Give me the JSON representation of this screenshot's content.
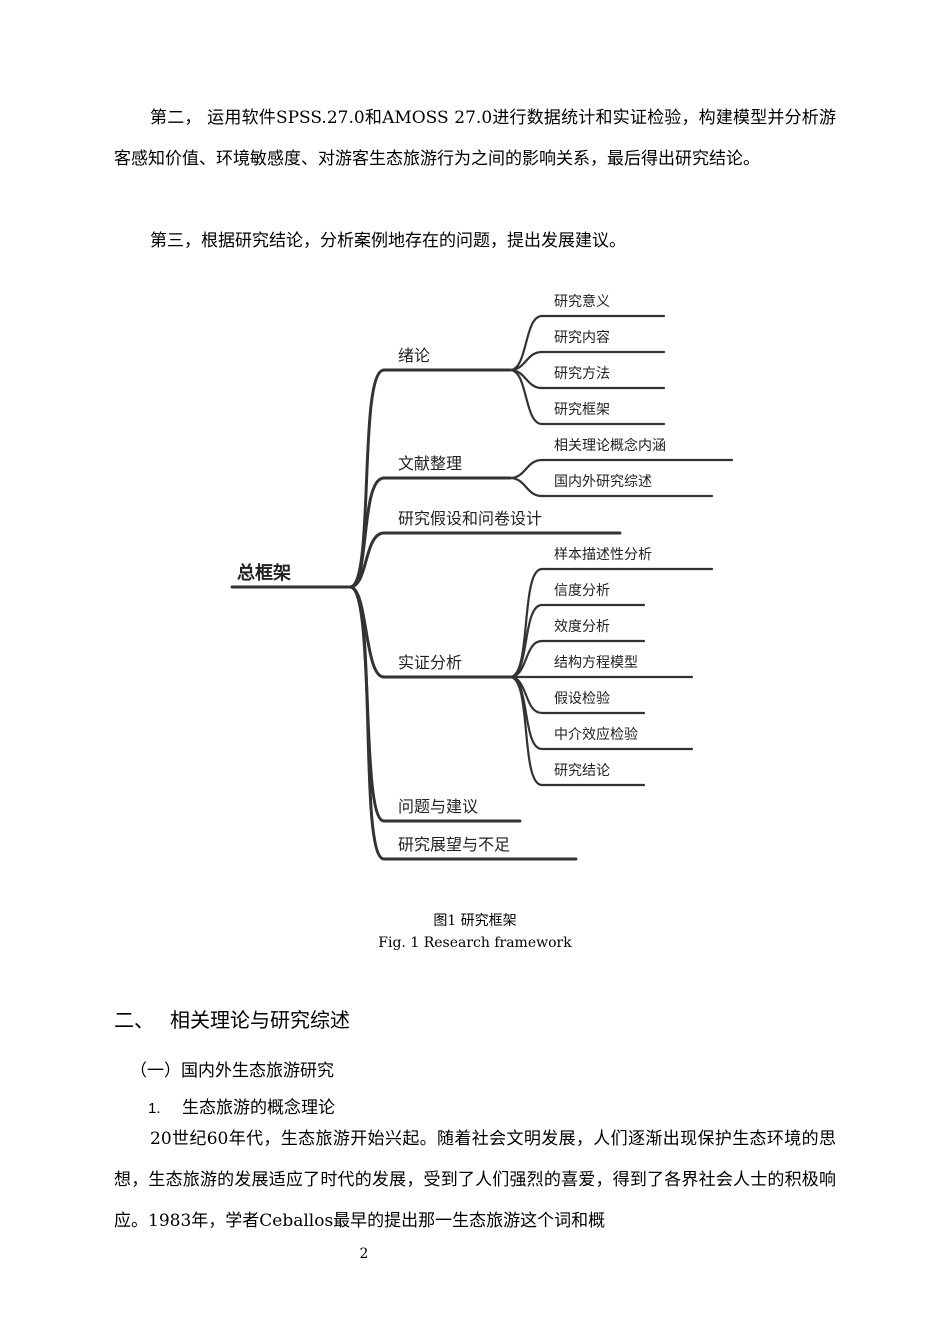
{
  "intro": {
    "para2": "第二， 运用软件SPSS.27.0和AMOSS 27.0进行数据统计和实证检验，构建模型并分析游客感知价值、环境敏感度、对游客生态旅游行为之间的影响关系，最后得出研究结论。",
    "para3": "第三，根据研究结论，分析案例地存在的问题，提出发展建议。"
  },
  "mindmap": {
    "root": "总框架",
    "branches": [
      {
        "label": "绪论",
        "children": [
          "研究意义",
          "研究内容",
          "研究方法",
          "研究框架"
        ]
      },
      {
        "label": "文献整理",
        "children": [
          "相关理论概念内涵",
          "国内外研究综述"
        ]
      },
      {
        "label": "研究假设和问卷设计",
        "children": []
      },
      {
        "label": "实证分析",
        "children": [
          "样本描述性分析",
          "信度分析",
          "效度分析",
          "结构方程模型",
          "假设检验",
          "中介效应检验",
          "研究结论"
        ]
      },
      {
        "label": "问题与建议",
        "children": []
      },
      {
        "label": "研究展望与不足",
        "children": []
      }
    ]
  },
  "caption": {
    "cn": "图1 研究框架",
    "en": "Fig. 1 Research framework"
  },
  "section": {
    "number": "二、",
    "title": "相关理论与研究综述",
    "sub": "（一）国内外生态旅游研究",
    "subsub_number": "1.",
    "subsub_title": "生态旅游的概念理论",
    "body": "20世纪60年代，生态旅游开始兴起。随着社会文明发展，人们逐渐出现保护生态环境的思想，生态旅游的发展适应了时代的发展，受到了人们强烈的喜爱，得到了各界社会人士的积极响应。1983年，学者Ceballos最早的提出那一生态旅游这个词和概"
  },
  "page_number": "2"
}
